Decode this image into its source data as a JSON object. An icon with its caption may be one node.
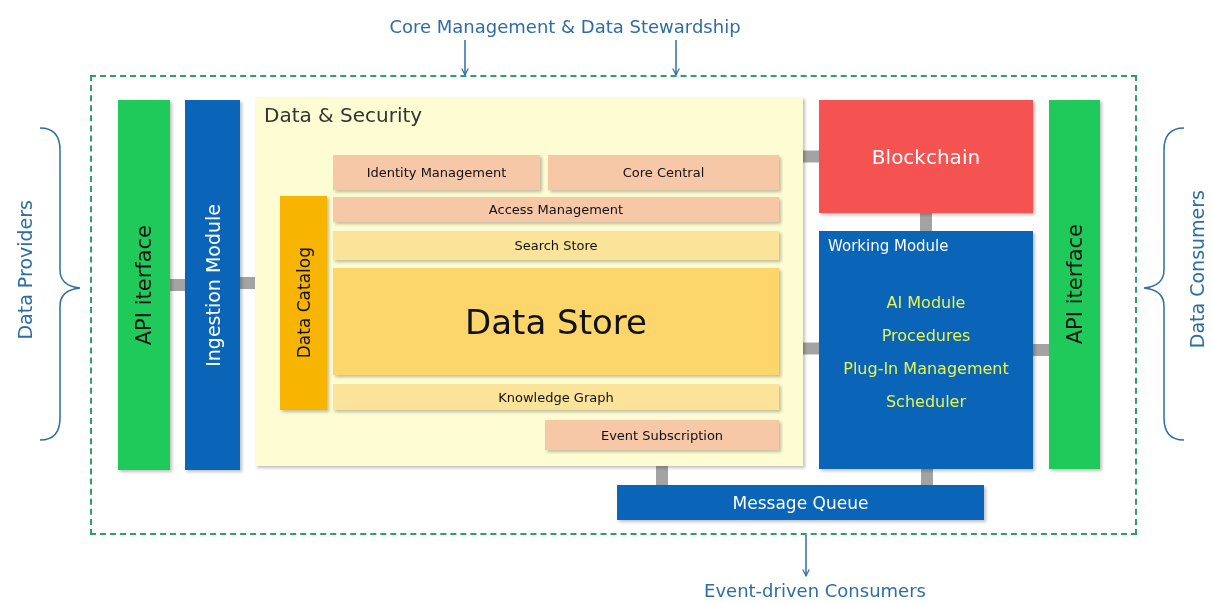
{
  "diagram": {
    "nodes": [
      {
        "text": [],
        "shape": "box"
      },
      {
        "text": [
          "API iterface"
        ],
        "in": 0
      },
      {
        "text": [
          "Ingestion Module"
        ],
        "in": 0
      },
      {
        "text": [
          "Data & Security"
        ],
        "in": 0
      },
      {
        "text": [
          "Identity Management"
        ],
        "in": 3
      },
      {
        "text": [
          "Core Central"
        ],
        "in": 3
      },
      {
        "text": [
          "Data Catalog"
        ],
        "in": 3
      },
      {
        "text": [
          "Access Management"
        ],
        "in": 3
      },
      {
        "text": [
          "Search Store"
        ],
        "in": 3
      },
      {
        "text": [
          "Data Store"
        ],
        "in": 3
      },
      {
        "text": [
          "Knowledge Graph"
        ],
        "in": 3
      },
      {
        "text": [
          "Event Subscription"
        ],
        "in": 3
      },
      {
        "text": [
          "Blockchain"
        ],
        "in": 0
      },
      {
        "text": [
          "Working Module",
          "AI Module",
          "Procedures",
          "Plug-In Management",
          "Scheduler"
        ],
        "in": 0
      },
      {
        "text": [
          "API iterface"
        ],
        "in": 0
      },
      {
        "text": [
          "Message Queue"
        ],
        "in": 0
      },
      {
        "text": [
          "Core Management & Data Stewardship"
        ]
      },
      {
        "text": [
          "Event-driven Consumers"
        ]
      }
    ],
    "edges": [
      {
        "from": 1,
        "to": 2,
        "arrow": "none"
      },
      {
        "from": 2,
        "to": 3,
        "arrow": "none"
      },
      {
        "from": 3,
        "to": 12,
        "arrow": "none"
      },
      {
        "from": 12,
        "to": 13,
        "arrow": "none"
      },
      {
        "from": 3,
        "to": 13,
        "arrow": "none"
      },
      {
        "from": 13,
        "to": 14,
        "arrow": "none"
      },
      {
        "from": 3,
        "to": 15,
        "arrow": "none"
      },
      {
        "from": 13,
        "to": 15,
        "arrow": "none"
      },
      {
        "from": 16,
        "to": 0,
        "arrow": "to",
        "color": "#2e6da4"
      },
      {
        "from": 16,
        "to": 0,
        "arrow": "to",
        "color": "#2e6da4"
      },
      {
        "from": 0,
        "to": 17,
        "arrow": "to",
        "color": "#2e6da4"
      }
    ],
    "labels": [
      "Data Providers",
      "Data Consumers"
    ]
  }
}
